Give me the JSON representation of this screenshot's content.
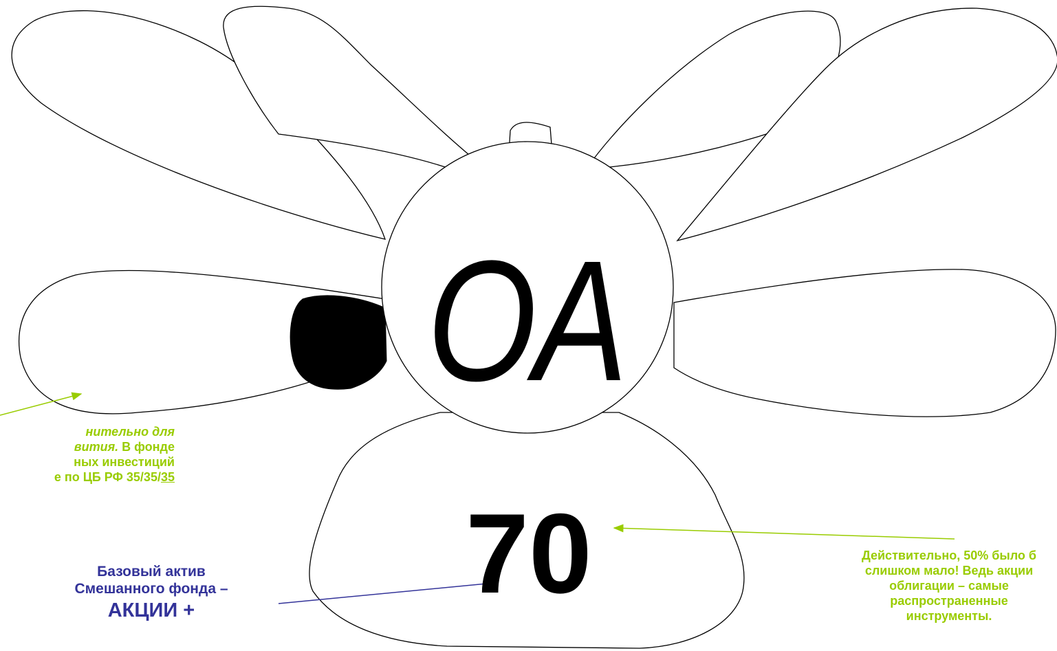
{
  "diagram": {
    "center_label": "ОА",
    "bottom_petal_value": "70"
  },
  "notes": {
    "left": {
      "line1": "нительно для",
      "line2_italic": "вития.",
      "line2_rest": " В фонде",
      "line3": "ных инвестиций",
      "line4_start": "е по ЦБ РФ 35/35/",
      "line4_underlined": "35"
    },
    "right": {
      "line1": "Действительно, 50% было б",
      "line2": "слишком мало! Ведь акции",
      "line3": "облигации – самые",
      "line4": "распространенные",
      "line5": "инструменты."
    },
    "blue": {
      "line1": "Базовый актив",
      "line2": "Смешанного фонда –",
      "line3": "АКЦИИ +"
    }
  },
  "colors": {
    "green_note": "#99cc00",
    "blue_note": "#333399",
    "outline": "#000000"
  }
}
